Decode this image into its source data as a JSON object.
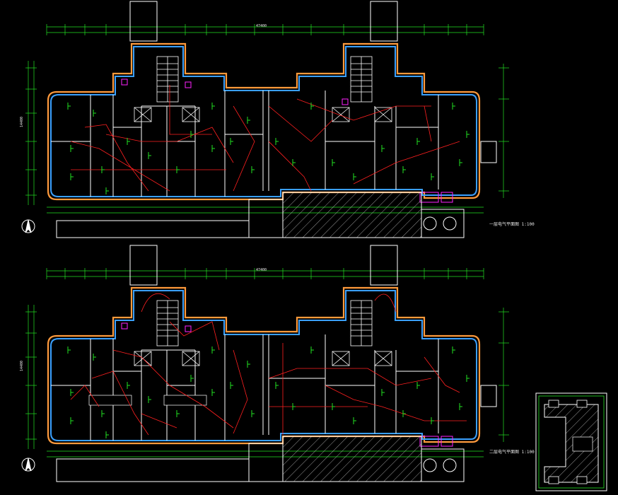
{
  "drawing": {
    "background": "#000000",
    "colors": {
      "wall": "#ffffff",
      "wall_finish": "#3aa0ff",
      "insulation": "#ff9a3c",
      "wiring": "#ff2020",
      "devices": "#22e222",
      "equipment": "#ff22ff",
      "dimensions": "#22e222",
      "hatch": "#cccccc",
      "text": "#e8e8e8"
    },
    "north_arrow_icon": "north-arrow-icon"
  },
  "plan_upper": {
    "caption": "一层电气平面图",
    "caption_scale": "1:100",
    "top_dim_total": "47400",
    "left_dim_total": "14400"
  },
  "plan_lower": {
    "caption": "二层电气平面图",
    "caption_scale": "1:100",
    "top_dim_total": "47400",
    "left_dim_total": "14400"
  },
  "key_plan": {
    "title": "键图"
  }
}
